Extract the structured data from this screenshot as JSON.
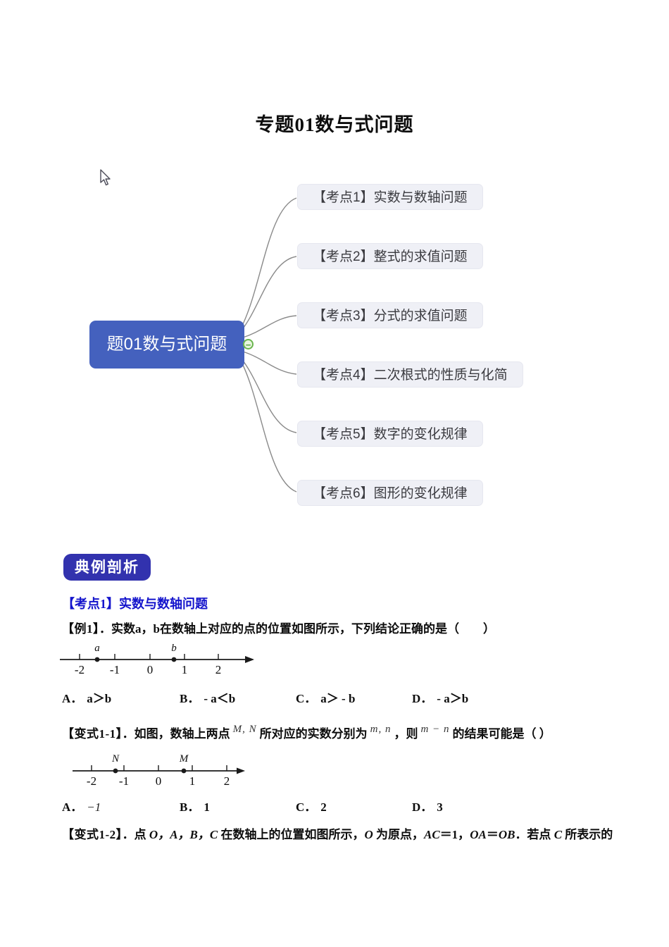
{
  "page": {
    "title": "专题01数与式问题"
  },
  "mindmap": {
    "root_label": "题01数与式问题",
    "collapse_glyph": "−",
    "nodes": [
      "【考点1】实数与数轴问题",
      "【考点2】整式的求值问题",
      "【考点3】分式的求值问题",
      "【考点4】二次根式的性质与化简",
      "【考点5】数字的变化规律",
      "【考点6】图形的变化规律"
    ],
    "colors": {
      "root_bg": "#4461be",
      "node_bg": "#eff0f6",
      "connector": "#8a8a8a",
      "collapse_green": "#6ab54e"
    }
  },
  "section": {
    "badge": "典例剖析",
    "badge_bg": "#3232ae",
    "heading": "【考点1】实数与数轴问题",
    "heading_color": "#1414cc"
  },
  "example1": {
    "label": "【例1】",
    "text": "．实数a，b在数轴上对应的点的位置如图所示，下列结论正确的是（　　）",
    "options": [
      {
        "k": "A．",
        "v": "a＞b"
      },
      {
        "k": "B．",
        "v": "- a＜b"
      },
      {
        "k": "C．",
        "v": "a＞ - b"
      },
      {
        "k": "D．",
        "v": "- a＞b"
      }
    ]
  },
  "numberline1": {
    "ticks": [
      "-2",
      "-1",
      "0",
      "1",
      "2"
    ],
    "points": [
      "a",
      "b"
    ]
  },
  "variant11": {
    "label": "【变式1-1】",
    "parts": [
      "．如图，数轴上两点",
      "M, N",
      "所对应的实数分别为",
      "m, n",
      "，则",
      "m − n",
      "的结果可能是（ ）"
    ],
    "options": [
      {
        "k": "A．",
        "v": "−1"
      },
      {
        "k": "B．",
        "v": "1"
      },
      {
        "k": "C．",
        "v": "2"
      },
      {
        "k": "D．",
        "v": "3"
      }
    ]
  },
  "numberline2": {
    "ticks": [
      "-2",
      "-1",
      "0",
      "1",
      "2"
    ],
    "points": [
      "N",
      "M"
    ]
  },
  "variant12": {
    "label": "【变式1-2】",
    "parts": [
      "．点 ",
      "O，A，B，C",
      " 在数轴上的位置如图所示，",
      "O",
      " 为原点，",
      "AC",
      "＝1，",
      "OA",
      "＝",
      "OB",
      "．若点 ",
      "C",
      " 所表示的"
    ]
  }
}
